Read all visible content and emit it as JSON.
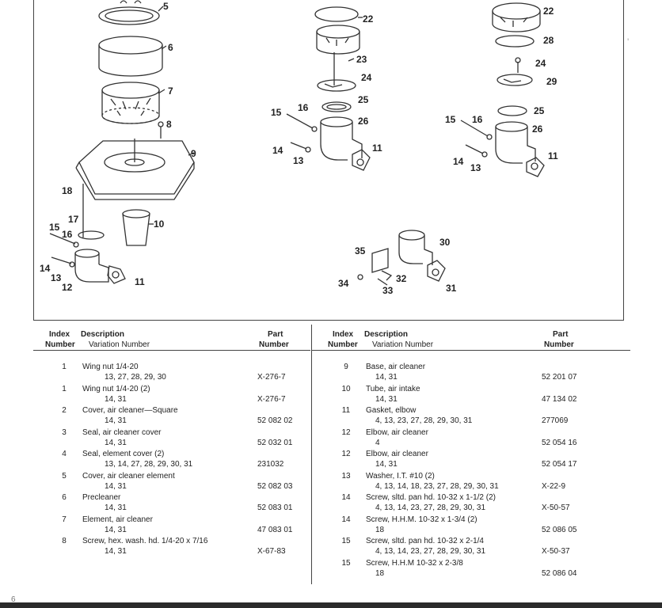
{
  "diagram": {
    "callouts_left": [
      "5",
      "6",
      "7",
      "8",
      "9",
      "18",
      "17",
      "15",
      "16",
      "10",
      "14",
      "13",
      "12",
      "11"
    ],
    "callouts_middle": [
      "22",
      "23",
      "24",
      "25",
      "15",
      "16",
      "26",
      "14",
      "13",
      "11"
    ],
    "callouts_right": [
      "22",
      "28",
      "24",
      "29",
      "25",
      "15",
      "16",
      "26",
      "14",
      "13",
      "11"
    ],
    "callouts_bottom": [
      "35",
      "30",
      "32",
      "34",
      "33",
      "31"
    ]
  },
  "table": {
    "header": {
      "index": "Index",
      "number": "Number",
      "description": "Description",
      "variation": "Variation Number",
      "part": "Part",
      "part_number": "Number"
    },
    "left_rows": [
      {
        "index": "1",
        "desc": "Wing nut 1/4-20",
        "variation": "13, 27, 28, 29, 30",
        "part": "X-276-7"
      },
      {
        "index": "1",
        "desc": "Wing nut 1/4-20 (2)",
        "variation": "14, 31",
        "part": "X-276-7"
      },
      {
        "index": "2",
        "desc": "Cover, air cleaner—Square",
        "variation": "14, 31",
        "part": "52 082 02"
      },
      {
        "index": "3",
        "desc": "Seal, air cleaner cover",
        "variation": "14, 31",
        "part": "52 032 01"
      },
      {
        "index": "4",
        "desc": "Seal, element cover (2)",
        "variation": "13, 14, 27, 28, 29, 30, 31",
        "part": "231032"
      },
      {
        "index": "5",
        "desc": "Cover, air cleaner element",
        "variation": "14, 31",
        "part": "52 082 03"
      },
      {
        "index": "6",
        "desc": "Precleaner",
        "variation": "14, 31",
        "part": "52 083 01"
      },
      {
        "index": "7",
        "desc": "Element, air cleaner",
        "variation": "14, 31",
        "part": "47 083 01"
      },
      {
        "index": "8",
        "desc": "Screw, hex. wash. hd. 1/4-20 x 7/16",
        "variation": "14, 31",
        "part": "X-67-83"
      }
    ],
    "right_rows": [
      {
        "index": "9",
        "desc": "Base, air cleaner",
        "variation": "14, 31",
        "part": "52 201 07"
      },
      {
        "index": "10",
        "desc": "Tube, air intake",
        "variation": "14, 31",
        "part": "47 134 02"
      },
      {
        "index": "11",
        "desc": "Gasket, elbow",
        "variation": "4, 13, 23, 27, 28, 29, 30, 31",
        "part": "277069"
      },
      {
        "index": "12",
        "desc": "Elbow, air cleaner",
        "variation": "4",
        "part": "52 054 16"
      },
      {
        "index": "12",
        "desc": "Elbow, air cleaner",
        "variation": "14, 31",
        "part": "52 054 17"
      },
      {
        "index": "13",
        "desc": "Washer, I.T. #10 (2)",
        "variation": "4, 13, 14, 18, 23, 27, 28, 29, 30, 31",
        "part": "X-22-9"
      },
      {
        "index": "14",
        "desc": "Screw, sltd. pan hd. 10-32 x 1-1/2 (2)",
        "variation": "4, 13, 14, 23, 27, 28, 29, 30, 31",
        "part": "X-50-57"
      },
      {
        "index": "14",
        "desc": "Screw, H.H.M. 10-32 x 1-3/4 (2)",
        "variation": "18",
        "part": "52 086 05"
      },
      {
        "index": "15",
        "desc": "Screw, sltd. pan hd. 10-32 x 2-1/4",
        "variation": "4, 13, 14, 23, 27, 28, 29, 30, 31",
        "part": "X-50-37"
      },
      {
        "index": "15",
        "desc": "Screw, H.H.M 10-32 x 2-3/8",
        "variation": "18",
        "part": "52 086 04"
      }
    ]
  },
  "page_number": "6"
}
